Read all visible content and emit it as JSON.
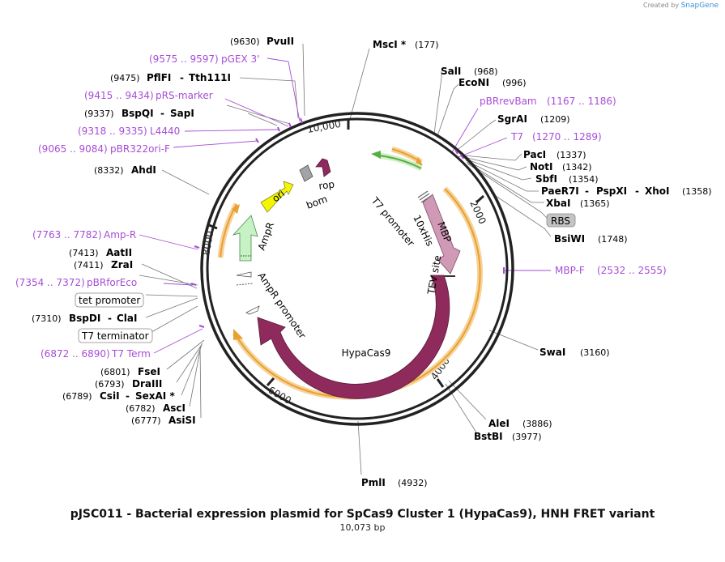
{
  "branding": {
    "created_by": "Created by",
    "app": "SnapGene"
  },
  "title": "pJSC011 - Bacterial expression plasmid for SpCas9 Cluster 1 (HypaCas9), HNH FRET variant",
  "subtitle": "10,073 bp",
  "total_bp": 10073,
  "tick_labels": [
    "10,000",
    "2000",
    "4000",
    "6000",
    "8000"
  ],
  "sites": [
    {
      "name": "MscI *",
      "pos": "(177)"
    },
    {
      "name": "SalI",
      "pos": "(968)"
    },
    {
      "name": "EcoNI",
      "pos": "(996)"
    },
    {
      "name": "SgrAI",
      "pos": "(1209)"
    },
    {
      "name": "PacI",
      "pos": "(1337)"
    },
    {
      "name": "NotI",
      "pos": "(1342)"
    },
    {
      "name": "SbfI",
      "pos": "(1354)"
    },
    {
      "name": "PaeR7I",
      "name2": "PspXI",
      "name3": "XhoI",
      "pos": "(1358)"
    },
    {
      "name": "XbaI",
      "pos": "(1365)"
    },
    {
      "name": "BsiWI",
      "pos": "(1748)"
    },
    {
      "name": "SwaI",
      "pos": "(3160)"
    },
    {
      "name": "AleI",
      "pos": "(3886)"
    },
    {
      "name": "BstBI",
      "pos": "(3977)"
    },
    {
      "name": "PmlI",
      "pos": "(4932)"
    },
    {
      "name": "AsiSI",
      "pos": "(6777)"
    },
    {
      "name": "AscI",
      "pos": "(6782)"
    },
    {
      "name": "CsiI",
      "name2": "SexAI *",
      "pos": "(6789)"
    },
    {
      "name": "DraIII",
      "pos": "(6793)"
    },
    {
      "name": "FseI",
      "pos": "(6801)"
    },
    {
      "name": "BspDI",
      "name2": "ClaI",
      "pos": "(7310)"
    },
    {
      "name": "ZraI",
      "pos": "(7411)"
    },
    {
      "name": "AatII",
      "pos": "(7413)"
    },
    {
      "name": "AhdI",
      "pos": "(8332)"
    },
    {
      "name": "BspQI",
      "name2": "SapI",
      "pos": "(9337)"
    },
    {
      "name": "PflFI",
      "name2": "Tth111I",
      "pos": "(9475)"
    },
    {
      "name": "PvuII",
      "pos": "(9630)"
    }
  ],
  "primers": [
    {
      "name": "pGEX 3'",
      "range": "(9575 .. 9597)"
    },
    {
      "name": "pRS-marker",
      "range": "(9415 .. 9434)"
    },
    {
      "name": "L4440",
      "range": "(9318 .. 9335)"
    },
    {
      "name": "pBR322ori-F",
      "range": "(9065 .. 9084)"
    },
    {
      "name": "pBRrevBam",
      "range": "(1167 .. 1186)"
    },
    {
      "name": "T7",
      "range": "(1270 .. 1289)"
    },
    {
      "name": "MBP-F",
      "range": "(2532 .. 2555)"
    },
    {
      "name": "Amp-R",
      "range": "(7763 .. 7782)"
    },
    {
      "name": "pBRforEco",
      "range": "(7354 .. 7372)"
    },
    {
      "name": "T7 Term",
      "range": "(6872 .. 6890)"
    }
  ],
  "boxed_features": [
    "RBS",
    "tet promoter",
    "T7 terminator"
  ],
  "features": [
    "ori",
    "rop",
    "bom",
    "AmpR",
    "AmpR promoter",
    "T7 promoter",
    "10xHis",
    "MBP",
    "TEV site",
    "HypaCas9"
  ],
  "colors": {
    "primer": "#a64dd6",
    "hypacas9": "#8e2a5c",
    "mbp": "#d09ab6",
    "ampr": "#c6f2c6",
    "ori": "#f5f500",
    "rop": "#8e2a5c",
    "bom": "#a0a4a8",
    "orf": "#f2b45a",
    "lacI_green": "#55b040"
  }
}
